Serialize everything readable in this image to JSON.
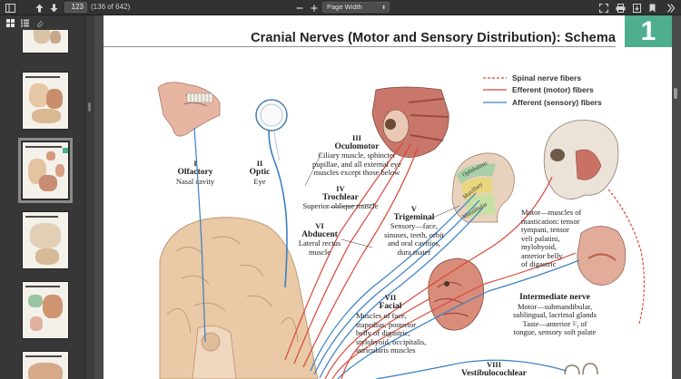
{
  "toolbar": {
    "page_number": "123",
    "page_count": "(136 of 642)",
    "zoom": "Page Width"
  },
  "document": {
    "title": "Cranial Nerves (Motor and Sensory Distribution): Schema",
    "plate_number": "1",
    "legend": [
      {
        "label": "Spinal nerve fibers",
        "color": "#d9473a",
        "style": "dashed"
      },
      {
        "label": "Efferent (motor) fibers",
        "color": "#d9473a",
        "style": "solid"
      },
      {
        "label": "Afferent (sensory) fibers",
        "color": "#3b7fc4",
        "style": "solid"
      }
    ],
    "nerves": {
      "olfactory": {
        "num": "I",
        "name": "Olfactory",
        "desc": "Nasal cavity"
      },
      "optic": {
        "num": "II",
        "name": "Optic",
        "desc": "Eye"
      },
      "oculomotor": {
        "num": "III",
        "name": "Oculomotor",
        "lines": [
          "Ciliary muscle, sphincter",
          "pupillae, and all external eye",
          "muscles except those below"
        ]
      },
      "trochlear": {
        "num": "IV",
        "name": "Trochlear",
        "desc": "Superior oblique muscle"
      },
      "abducent": {
        "num": "VI",
        "name": "Abducent",
        "lines": [
          "Lateral rectus",
          "muscle"
        ]
      },
      "trigeminal": {
        "num": "V",
        "name": "Trigeminal",
        "lines": [
          "Sensory—face,",
          "sinuses, teeth, orbit",
          "and oral cavities,",
          "dura mater"
        ]
      },
      "facial": {
        "num": "VII",
        "name": "Facial",
        "lines": [
          "Muscles of face,",
          "stapedius, posterior",
          "belly of digastric,",
          "stylohyoid, occipitalis,",
          "auricularis muscles"
        ]
      },
      "vestibulocochlear": {
        "num": "VIII",
        "name": "Vestibulocochlear"
      }
    },
    "trigeminal_divisions": [
      "Ophthalmic",
      "Maxillary",
      "Mandibular"
    ],
    "motor_mastication": [
      "Motor—muscles of",
      "mastication: tensor",
      "tympani, tensor",
      "veli palatini,",
      "mylohyoid,",
      "anterior belly",
      "of digastric"
    ],
    "intermediate": {
      "name": "Intermediate nerve",
      "lines": [
        "Motor—submandibular,",
        "sublingual, lacrimal glands",
        "Taste—anterior ²⁄₃ of",
        "tongue, sensory soft palate"
      ]
    }
  }
}
